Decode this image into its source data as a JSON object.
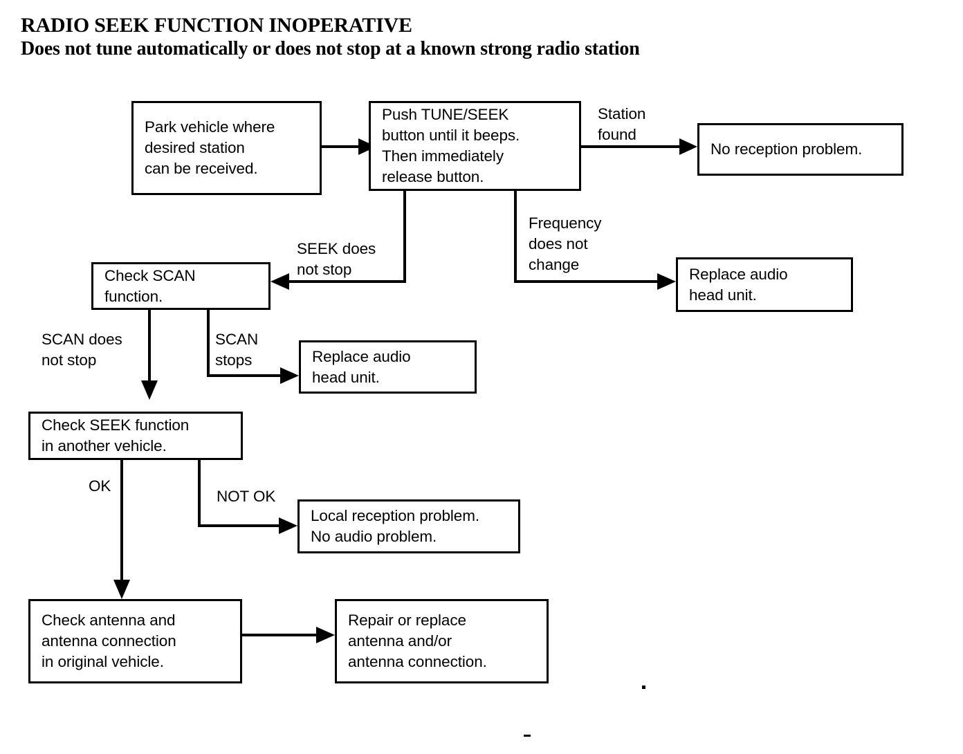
{
  "title": {
    "line1": "RADIO SEEK FUNCTION INOPERATIVE",
    "line2": "Does not tune automatically or does not stop at a known strong radio station"
  },
  "colors": {
    "ink": "#000000",
    "paper": "#ffffff"
  },
  "flowchart": {
    "type": "diagram",
    "nodes": [
      {
        "id": "park",
        "label": "Park vehicle where\ndesired station\ncan be received."
      },
      {
        "id": "push",
        "label": "Push TUNE/SEEK\nbutton until it beeps.\nThen immediately\nrelease button."
      },
      {
        "id": "noproblem",
        "label": "No reception problem."
      },
      {
        "id": "replace1",
        "label": "Replace audio\nhead unit."
      },
      {
        "id": "checkscan",
        "label": "Check SCAN\nfunction."
      },
      {
        "id": "replace2",
        "label": "Replace audio\nhead unit."
      },
      {
        "id": "checkseek",
        "label": "Check SEEK function\nin another vehicle."
      },
      {
        "id": "localrecep",
        "label": "Local reception problem.\nNo audio problem."
      },
      {
        "id": "checkant",
        "label": "Check antenna and\nantenna connection\nin original vehicle."
      },
      {
        "id": "repairant",
        "label": "Repair or replace\nantenna and/or\nantenna connection."
      }
    ],
    "edges": [
      {
        "from": "park",
        "to": "push",
        "label": ""
      },
      {
        "from": "push",
        "to": "noproblem",
        "label": "Station\nfound"
      },
      {
        "from": "push",
        "to": "replace1",
        "label": "Frequency\ndoes not\nchange"
      },
      {
        "from": "push",
        "to": "checkscan",
        "label": "SEEK does\nnot stop"
      },
      {
        "from": "checkscan",
        "to": "checkseek",
        "label": "SCAN does\nnot stop"
      },
      {
        "from": "checkscan",
        "to": "replace2",
        "label": "SCAN\nstops"
      },
      {
        "from": "checkseek",
        "to": "checkant",
        "label": "OK"
      },
      {
        "from": "checkseek",
        "to": "localrecep",
        "label": "NOT OK"
      },
      {
        "from": "checkant",
        "to": "repairant",
        "label": ""
      }
    ]
  }
}
